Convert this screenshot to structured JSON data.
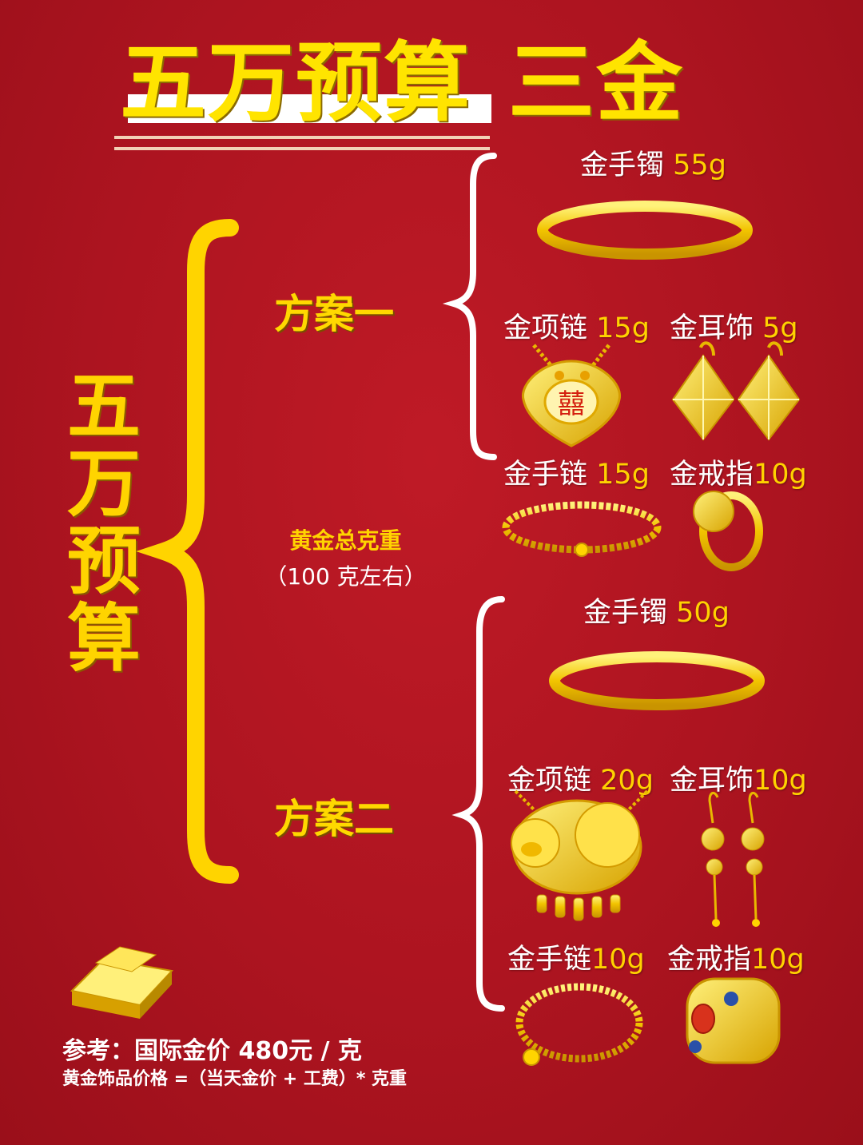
{
  "title": {
    "part1": "五万预算",
    "part2": "三金"
  },
  "side_title": [
    "五",
    "万",
    "预",
    "算"
  ],
  "center": {
    "line1": "黄金总克重",
    "line2": "（100 克左右）"
  },
  "plan1": {
    "name": "方案一",
    "items": [
      {
        "name": "金手镯",
        "weight": "55g"
      },
      {
        "name": "金项链",
        "weight": "15g"
      },
      {
        "name": "金耳饰",
        "weight": "5g"
      },
      {
        "name": "金手链",
        "weight": "15g"
      },
      {
        "name": "金戒指",
        "weight": "10g"
      }
    ]
  },
  "plan2": {
    "name": "方案二",
    "items": [
      {
        "name": "金手镯",
        "weight": "50g"
      },
      {
        "name": "金项链",
        "weight": "20g"
      },
      {
        "name": "金耳饰",
        "weight": "10g"
      },
      {
        "name": "金手链",
        "weight": "10g"
      },
      {
        "name": "金戒指",
        "weight": "10g"
      }
    ]
  },
  "footer": {
    "reference": "参考：国际金价 480元 / 克",
    "formula": "黄金饰品价格 =（当天金价 + 工费）* 克重"
  },
  "colors": {
    "background": "#b0141e",
    "gold": "#ffd800",
    "white": "#ffffff"
  },
  "icons": {
    "pendant_motif": "囍"
  }
}
